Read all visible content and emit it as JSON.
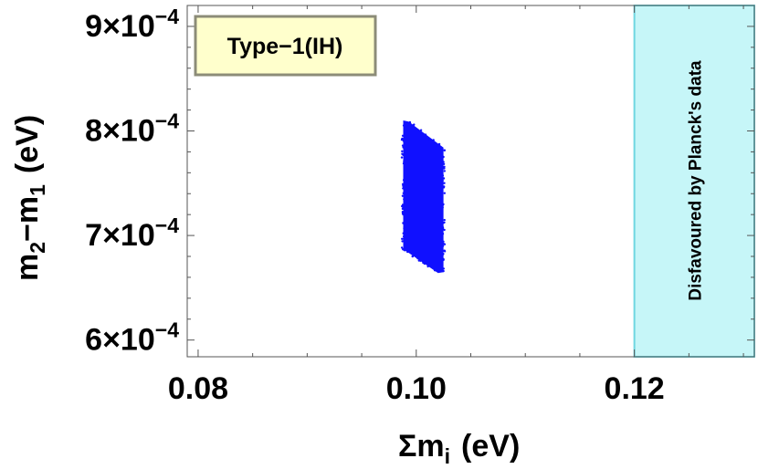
{
  "chart_data": {
    "type": "scatter",
    "title": "",
    "xlabel": "Σm",
    "xlabel_sub": "i",
    "xlabel_unit": "(eV)",
    "ylabel": "m",
    "ylabel_sub1": "2",
    "ylabel_mid": "−m",
    "ylabel_sub2": "1",
    "ylabel_unit": "(eV)",
    "xlim": [
      0.079,
      0.131
    ],
    "ylim": [
      0.000584,
      0.00092
    ],
    "xticks": [
      {
        "value": 0.08,
        "label": "0.08"
      },
      {
        "value": 0.1,
        "label": "0.10"
      },
      {
        "value": 0.12,
        "label": "0.12"
      }
    ],
    "yticks": [
      {
        "value": 0.0006,
        "mantissa": "6",
        "exp": "−4"
      },
      {
        "value": 0.0007,
        "mantissa": "7",
        "exp": "−4"
      },
      {
        "value": 0.0008,
        "mantissa": "8",
        "exp": "−4"
      },
      {
        "value": 0.0009,
        "mantissa": "9",
        "exp": "−4"
      }
    ],
    "series": [
      {
        "color": "#1010ff",
        "region_outline": [
          {
            "x": 0.0988,
            "y": 0.00081
          },
          {
            "x": 0.0993,
            "y": 0.000809
          },
          {
            "x": 0.1025,
            "y": 0.000784
          },
          {
            "x": 0.1025,
            "y": 0.000665
          },
          {
            "x": 0.102,
            "y": 0.000664
          },
          {
            "x": 0.0988,
            "y": 0.000687
          }
        ]
      }
    ],
    "annotations": {
      "badge": {
        "text": "Type−1(IH)",
        "bg": "#ffffcc",
        "border": "#8c8c78"
      },
      "excluded_region": {
        "x_from": 0.12,
        "x_to": 0.131,
        "text": "Disfavoured by Planck's data",
        "fill": "#c6f6f8",
        "border": "#6fd6e0"
      }
    },
    "grid": false
  }
}
